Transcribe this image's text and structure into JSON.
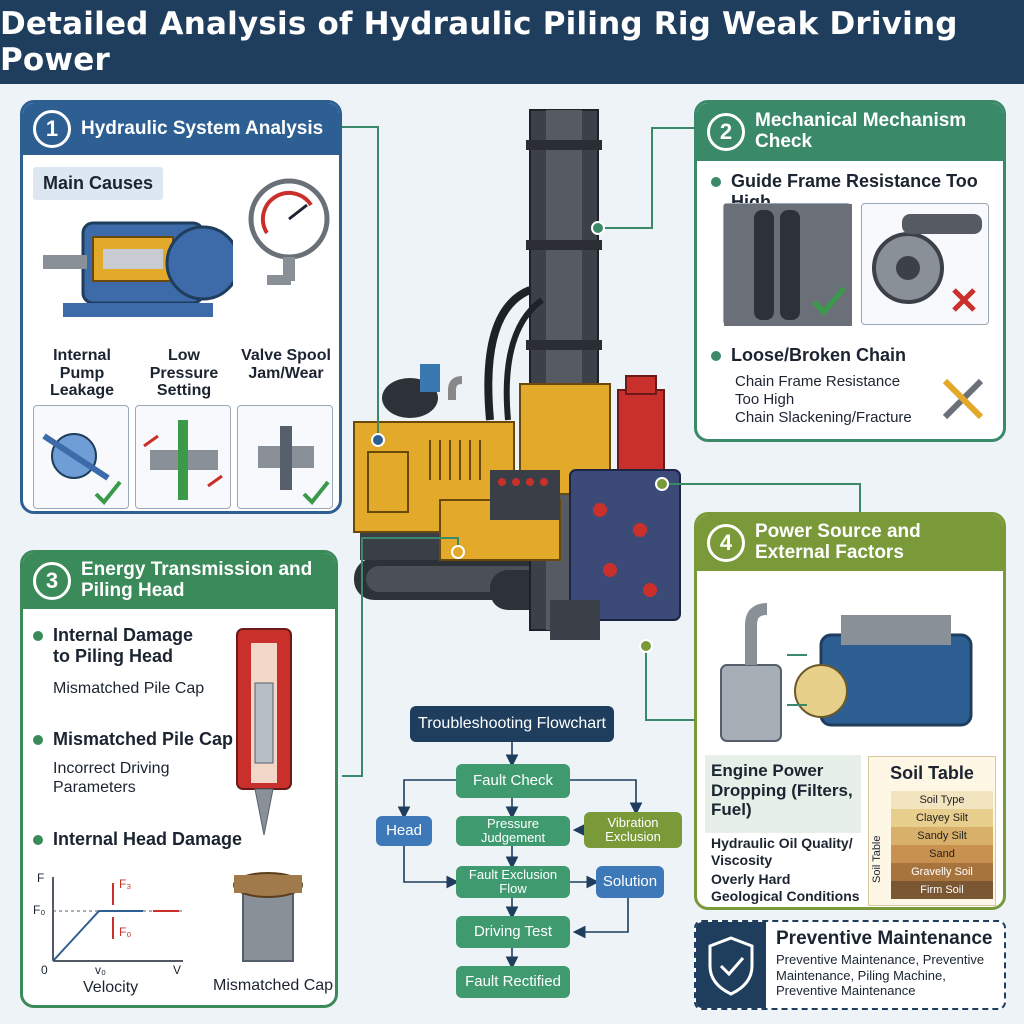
{
  "title": "Detailed Analysis of Hydraulic Piling Rig Weak Driving Power",
  "panel1": {
    "number": "1",
    "heading": "Hydraulic System Analysis",
    "main_causes": "Main Causes",
    "causes": [
      "Internal Pump Leakage",
      "Low Pressure Setting",
      "Valve Spool Jam/Wear"
    ]
  },
  "panel2": {
    "number": "2",
    "heading": "Mechanical Mechanism Check",
    "item1": "Guide Frame Resistance Too High",
    "item2": "Loose/Broken Chain",
    "sub1": "Chain Frame Resistance Too High",
    "sub2": "Chain Slackening/Fracture"
  },
  "panel3": {
    "number": "3",
    "heading": "Energy Transmission and Piling Head",
    "b1": "Internal Damage to Piling Head",
    "b1_sub": "Mismatched Pile Cap",
    "b2": "Mismatched Pile Cap",
    "b2_sub": "Incorrect Driving Parameters",
    "b3": "Internal Head Damage",
    "graph": {
      "y_axis": "F",
      "y_tick": "F₀",
      "x_tick": "v₀",
      "x_axis": "V",
      "origin": "0",
      "force_top": "F₃",
      "force_bottom": "F₀"
    },
    "velocity_caption": "Velocity",
    "cap_caption": "Mismatched Cap"
  },
  "panel4": {
    "number": "4",
    "heading": "Power Source and External Factors",
    "engine": "Engine Power Dropping (Filters, Fuel)",
    "oil": "Hydraulic Oil Quality/ Viscosity",
    "geo": "Overly Hard Geological Conditions",
    "soil_title": "Soil Table",
    "soil_side": "Soil Table",
    "soil_rows": [
      "Soil Type",
      "Clayey Silt",
      "Sandy Silt",
      "Sand",
      "Gravelly Soil",
      "Firm Soil"
    ]
  },
  "flowchart": {
    "title": "Troubleshooting Flowchart",
    "fault_check": "Fault Check",
    "head": "Head",
    "pressure": "Pressure Judgement",
    "vibration": "Vibration Exclusion",
    "exclusion": "Fault Exclusion Flow",
    "solution": "Solution",
    "driving": "Driving Test",
    "rectified": "Fault Rectified"
  },
  "maintenance": {
    "heading": "Preventive Maintenance",
    "text": "Preventive Maintenance, Preventive Maintenance, Piling Machine, Preventive Maintenance"
  },
  "colors": {
    "navy": "#1f3d5c",
    "blue": "#2e5f93",
    "green": "#3a8a6a",
    "olive": "#7a9a3a",
    "rig_yellow": "#e3a92a",
    "hammer_red": "#c9302c"
  }
}
